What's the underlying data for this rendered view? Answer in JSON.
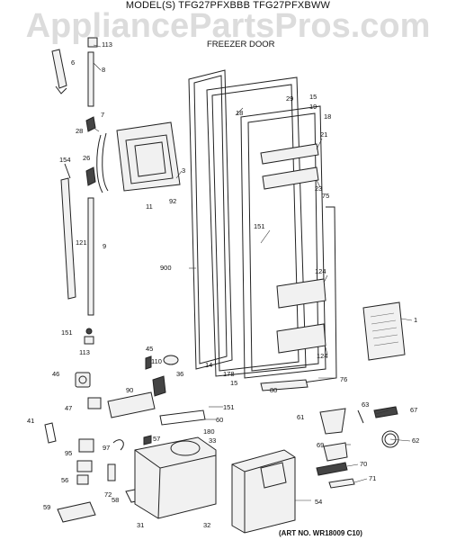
{
  "watermark": "AppliancePartsPros.com",
  "header": {
    "model_line": "MODEL(S) TFG27PFXBBB TFG27PFXBWW",
    "section_title": "FREEZER DOOR"
  },
  "footer": {
    "art_no": "(ART NO. WR18009 C10)"
  },
  "callouts": {
    "c6": "6",
    "c113a": "113",
    "c8": "8",
    "c28": "28",
    "c7": "7",
    "c154": "154",
    "c26": "26",
    "c11": "11",
    "c3": "3",
    "c92": "92",
    "c121": "121",
    "c9": "9",
    "c900": "900",
    "c29": "29",
    "c15a": "15",
    "c19": "19",
    "c18a": "18",
    "c18b": "18",
    "c21": "21",
    "c23": "23",
    "c75": "75",
    "c151a": "151",
    "c124a": "124",
    "c124b": "124",
    "c1": "1",
    "c151b": "151",
    "c113b": "113",
    "c45": "45",
    "c110": "110",
    "c14": "14",
    "c178": "178",
    "c36": "36",
    "c46": "46",
    "c90": "90",
    "c47": "47",
    "c15b": "15",
    "c80": "80",
    "c76": "76",
    "c151c": "151",
    "c60": "60",
    "c41": "41",
    "c97": "97",
    "c57": "57",
    "c180": "180",
    "c33": "33",
    "c95": "95",
    "c56": "56",
    "c72": "72",
    "c58": "58",
    "c59": "59",
    "c31": "31",
    "c32": "32",
    "c54": "54",
    "c61": "61",
    "c63": "63",
    "c67": "67",
    "c62": "62",
    "c69": "69",
    "c70": "70",
    "c71": "71"
  }
}
